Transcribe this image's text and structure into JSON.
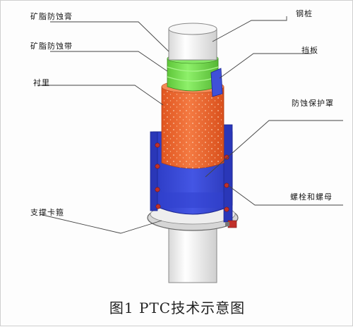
{
  "labels": {
    "grease_seal": "矿脂防蚀膏",
    "grease_tape": "矿脂防蚀带",
    "liner": "衬里",
    "steel_pile": "钢桩",
    "gusset": "挡板",
    "protective_cover": "防蚀保护罩",
    "bolts_nuts": "螺栓和螺母",
    "support_bracket": "支撑卡箍"
  },
  "caption": "图1   PTC技术示意图",
  "colors": {
    "pile": "#f2f2f2",
    "grease_tape": "#7fe05a",
    "liner": "#ef6b34",
    "cover": "#3a4cd9",
    "bolt": "#c0302a",
    "leader_line": "#444444"
  }
}
